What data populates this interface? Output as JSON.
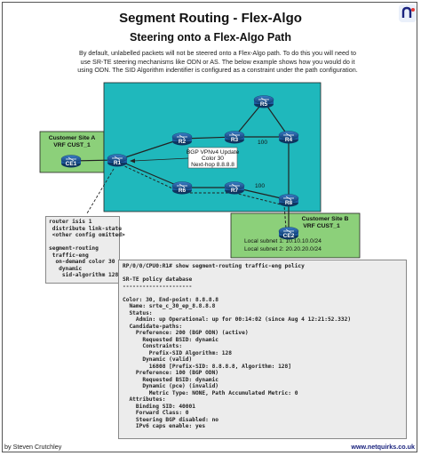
{
  "title": "Segment Routing - Flex-Algo",
  "subtitle": "Steering onto a Flex-Algo Path",
  "intro_lines": [
    "By default, unlabelled packets will not be steered onto a Flex-Algo path. To do this you will need to",
    "use SR-TE steering mechanisms like ODN or AS. The below example shows how you would do it",
    "using ODN. The SID Algorithm indentifier is configured as a constraint under the path configuration."
  ],
  "site_a": {
    "title": "Customer Site A",
    "vrf": "VRF CUST_1",
    "ce": "CE1"
  },
  "site_b": {
    "title": "Customer Site B",
    "vrf": "VRF CUST_1",
    "ce": "CE2",
    "subnet1": "Local subnet 1: 10.10.10.0/24",
    "subnet2": "Local subnet 2: 20.20.20.0/24"
  },
  "routers": {
    "r1": "R1",
    "r2": "R2",
    "r3": "R3",
    "r4": "R4",
    "r5": "R5",
    "r6": "R6",
    "r7": "R7",
    "r8": "R8"
  },
  "link_metrics": {
    "r3_r4": "100",
    "r7_r8": "100"
  },
  "bgp_box": [
    "BGP VPNv4 Update",
    "Color 30",
    "Next-hop 8.8.8.8"
  ],
  "router_config": "router isis 1\n distribute link-state\n <other config omitted>\n\nsegment-routing\n traffic-eng\n  on-demand color 30\n   dynamic\n    sid-algorithm 128",
  "policy_output": "RP/0/0/CPU0:R1# show segment-routing traffic-eng policy\n\nSR-TE policy database\n---------------------\n\nColor: 30, End-point: 8.8.8.8\n  Name: srte_c_30_ep_8.8.8.8\n  Status:\n    Admin: up Operational: up for 00:14:02 (since Aug 4 12:21:52.332)\n  Candidate-paths:\n    Preference: 200 (BGP ODN) (active)\n      Requested BSID: dynamic\n      Constraints:\n        Prefix-SID Algorithm: 128\n      Dynamic (valid)\n        16808 [Prefix-SID: 8.8.8.8, Algorithm: 128]\n    Preference: 100 (BGP ODN)\n      Requested BSID: dynamic\n      Dynamic (pce) (invalid)\n        Metric Type: NONE, Path Accumulated Metric: 0\n  Attributes:\n    Binding SID: 40001\n    Forward Class: 0\n    Steering BGP disabled: no\n    IPv6 caps enable: yes",
  "author": "by Steven Crutchley",
  "website": "www.netquirks.co.uk",
  "colors": {
    "core": "#1fb8bc",
    "site": "#8cd07a",
    "router": "#1e5a9e",
    "bgp_box": "#ffffff",
    "code_bg": "#ececec"
  }
}
